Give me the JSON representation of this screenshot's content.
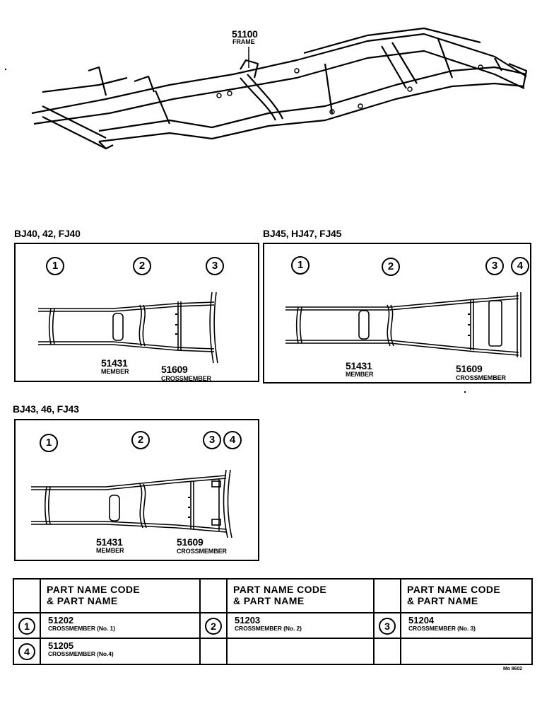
{
  "frame": {
    "code": "51100",
    "name": "FRAME"
  },
  "panels": [
    {
      "title": "BJ40, 42, FJ40",
      "markers": [
        "1",
        "2",
        "3"
      ],
      "member_code": "51431",
      "member_name": "MEMBER",
      "cross_code": "51609",
      "cross_name": "CROSSMEMBER"
    },
    {
      "title": "BJ45, HJ47, FJ45",
      "markers": [
        "1",
        "2",
        "3",
        "4"
      ],
      "member_code": "51431",
      "member_name": "MEMBER",
      "cross_code": "51609",
      "cross_name": "CROSSMEMBER"
    },
    {
      "title": "BJ43, 46, FJ43",
      "markers": [
        "1",
        "2",
        "3",
        "4"
      ],
      "member_code": "51431",
      "member_name": "MEMBER",
      "cross_code": "51609",
      "cross_name": "CROSSMEMBER"
    }
  ],
  "table": {
    "header": "PART NAME CODE\n& PART NAME",
    "rows": [
      [
        {
          "no": "1",
          "code": "51202",
          "name": "CROSSMEMBER (No. 1)"
        },
        {
          "no": "2",
          "code": "51203",
          "name": "CROSSMEMBER (No. 2)"
        },
        {
          "no": "3",
          "code": "51204",
          "name": "CROSSMEMBER (No. 3)"
        }
      ],
      [
        {
          "no": "4",
          "code": "51205",
          "name": "CROSSMEMBER (No.4)"
        },
        {
          "no": "",
          "code": "",
          "name": ""
        },
        {
          "no": "",
          "code": "",
          "name": ""
        }
      ]
    ]
  },
  "footnote": "Mo 8602"
}
